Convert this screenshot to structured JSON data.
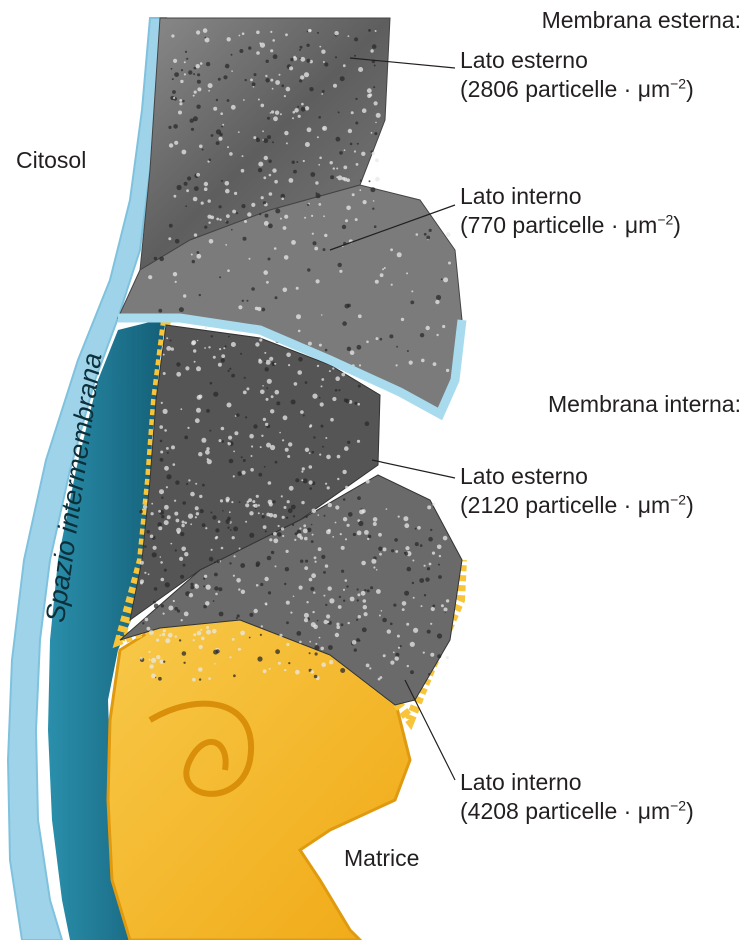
{
  "labels": {
    "outer_membrane_header": "Membrana esterna:",
    "inner_membrane_header": "Membrana interna:",
    "outer_external_side": "Lato esterno",
    "outer_external_density": "(2806 particelle · μm",
    "outer_internal_side": "Lato interno",
    "outer_internal_density": "(770 particelle · μm",
    "inner_external_side": "Lato esterno",
    "inner_external_density": "(2120 particelle · μm",
    "inner_internal_side": "Lato interno",
    "inner_internal_density": "(4208 particelle · μm",
    "exponent": "−2",
    "close_paren": ")",
    "cytosol": "Citosol",
    "intermembrane_space": "Spazio intermembrana",
    "matrix": "Matrice"
  },
  "colors": {
    "outer_membrane_blue": "#9fd3ea",
    "intermembrane_teal": "#1f7f9a",
    "matrix_orange": "#f3b21b",
    "matrix_orange_light": "#f8c94a",
    "freeze_fracture_gray": "#6b6b6b"
  }
}
